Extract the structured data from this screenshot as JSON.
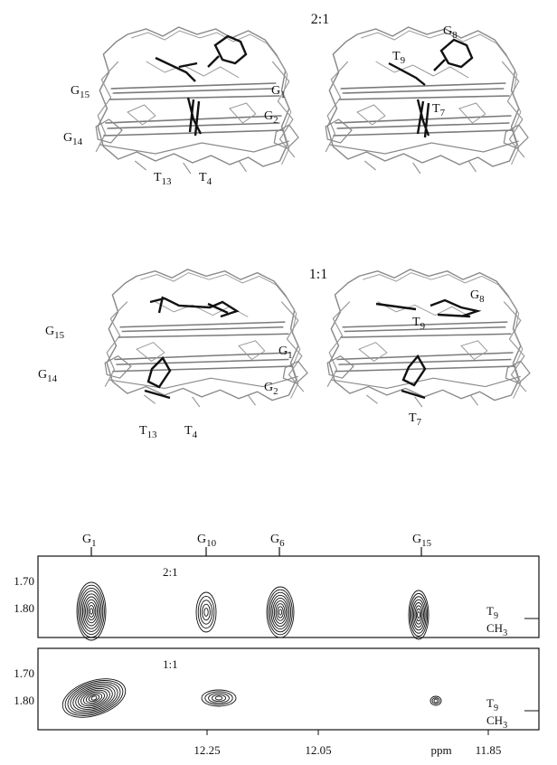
{
  "panels": {
    "top": {
      "ratio": "2:1",
      "left": {
        "labels": [
          "G15",
          "G14",
          "G1",
          "G2",
          "T13",
          "T4"
        ]
      },
      "right": {
        "labels": [
          "G8",
          "T9",
          "T7"
        ]
      }
    },
    "middle": {
      "ratio": "1:1",
      "left": {
        "labels": [
          "G15",
          "G14",
          "G1",
          "G2",
          "T13",
          "T4"
        ]
      },
      "right": {
        "labels": [
          "G8",
          "T9",
          "T7"
        ]
      }
    }
  },
  "nmr": {
    "top_markers": [
      "G1",
      "G10",
      "G6",
      "G15"
    ],
    "y_ticks": [
      "1.70",
      "1.80"
    ],
    "x_ticks": [
      "12.25",
      "12.05",
      "11.85"
    ],
    "x_unit": "ppm",
    "spectra": [
      {
        "ratio": "2:1",
        "assignment": "T9",
        "group": "CH3"
      },
      {
        "ratio": "1:1",
        "assignment": "T9",
        "group": "CH3"
      }
    ]
  }
}
